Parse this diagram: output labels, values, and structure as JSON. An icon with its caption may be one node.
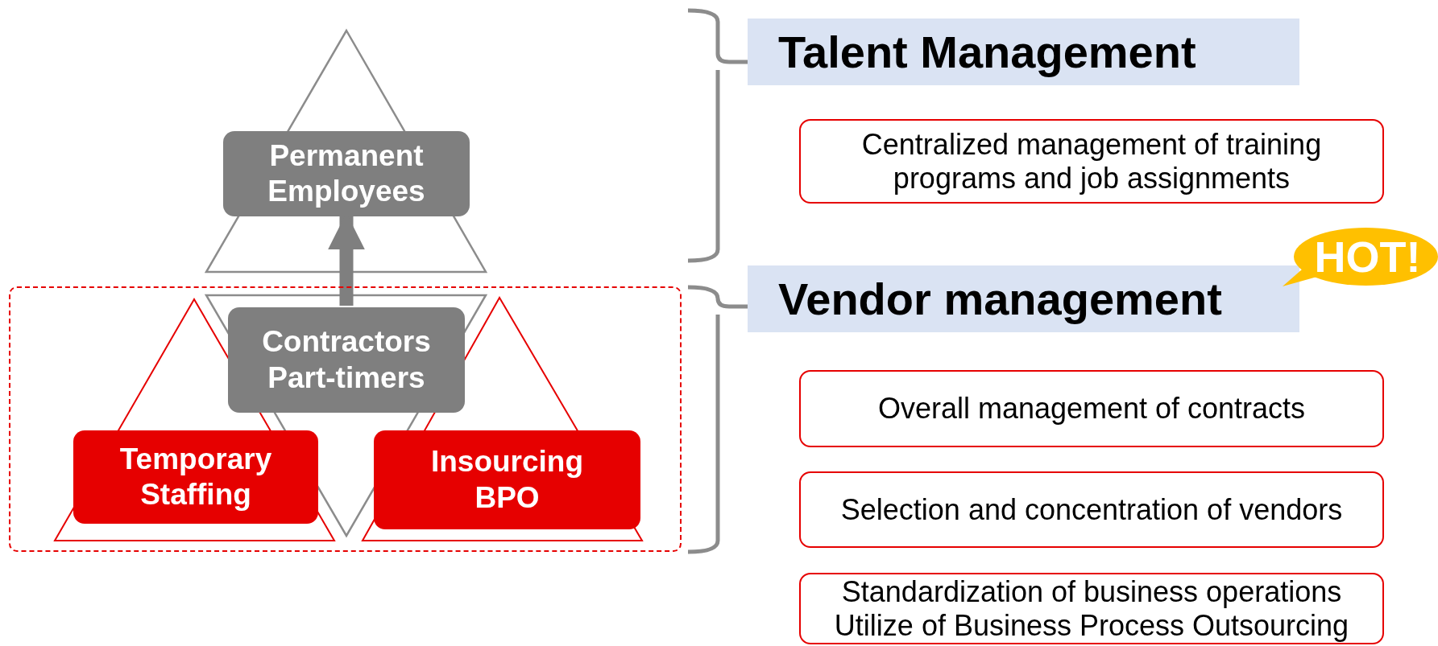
{
  "diagram": {
    "nodes": [
      {
        "text": [
          "Permanent Employees"
        ]
      },
      {
        "text": [],
        "shape": "box"
      },
      {
        "text": [
          "Contractors Part-timers"
        ],
        "in": 1
      },
      {
        "text": [
          "Temporary Staffing"
        ],
        "in": 1
      },
      {
        "text": [
          "Insourcing BPO"
        ],
        "in": 1
      },
      {
        "text": [
          "Talent Management"
        ]
      },
      {
        "text": [
          "Centralized management of training programs and job assignments"
        ]
      },
      {
        "text": [
          "Vendor management"
        ]
      },
      {
        "text": [
          "HOT!"
        ]
      },
      {
        "text": [
          "Overall management of contracts"
        ]
      },
      {
        "text": [
          "Selection and concentration of vendors"
        ]
      },
      {
        "text": [
          "Standardization of business operations Utilize of Business Process Outsourcing"
        ]
      }
    ],
    "edges": [
      {
        "from": 2,
        "to": 0,
        "arrow": "to"
      }
    ]
  }
}
